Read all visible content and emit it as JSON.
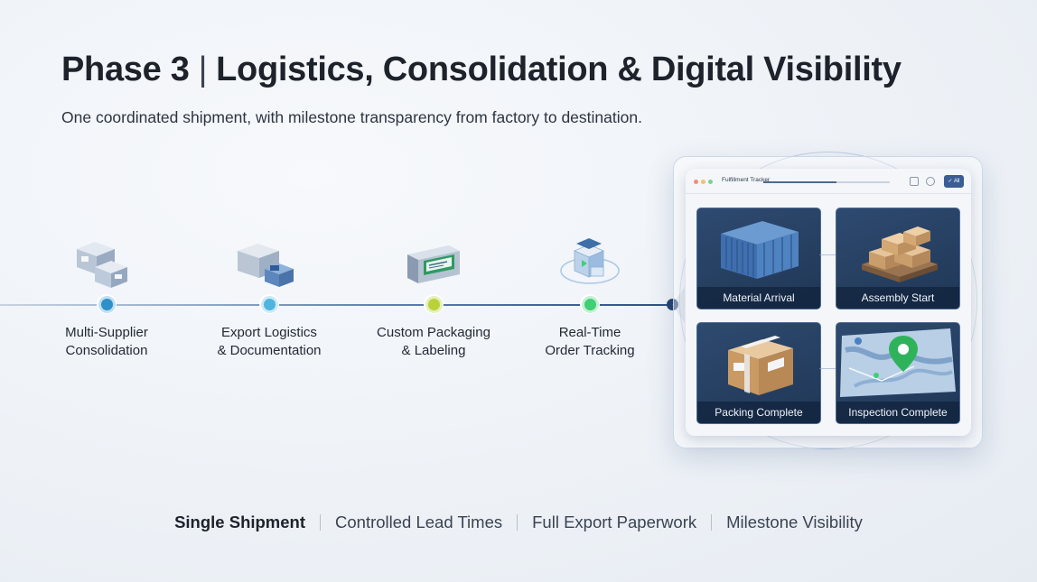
{
  "header": {
    "title_part1": "Phase 3",
    "title_separator": "|",
    "title_part2": "Logistics, Consolidation & Digital Visibility",
    "subtitle": "One coordinated shipment, with milestone transparency from factory to destination."
  },
  "timeline": {
    "steps": [
      {
        "label_line1": "Multi-Supplier",
        "label_line2": "Consolidation",
        "icon": "stacked-boxes-icon",
        "node_color": "#2f8fc8"
      },
      {
        "label_line1": "Export Logistics",
        "label_line2": "& Documentation",
        "icon": "export-crates-icon",
        "node_color": "#4fb5df"
      },
      {
        "label_line1": "Custom Packaging",
        "label_line2": "& Labeling",
        "icon": "labeled-package-icon",
        "node_color": "#b9d23a"
      },
      {
        "label_line1": "Real-Time",
        "label_line2": "Order Tracking",
        "icon": "tracking-cube-icon",
        "node_color": "#3fcf75"
      }
    ]
  },
  "dashboard": {
    "window_title": "Fulfillment Tracker",
    "progress": 0.58,
    "action_button": "✓ All",
    "cards": [
      {
        "caption": "Material Arrival",
        "icon": "shipping-container-icon"
      },
      {
        "caption": "Assembly Start",
        "icon": "pallet-boxes-icon"
      },
      {
        "caption": "Packing Complete",
        "icon": "sealed-box-icon"
      },
      {
        "caption": "Inspection Complete",
        "icon": "map-pin-icon"
      }
    ]
  },
  "footer": {
    "items": [
      "Single Shipment",
      "Controlled Lead Times",
      "Full Export Paperwork",
      "Milestone Visibility"
    ],
    "separator": "|"
  },
  "colors": {
    "accent_navy": "#23416f",
    "card_bg": "#2e4a70",
    "pin_green": "#2fb35a"
  }
}
